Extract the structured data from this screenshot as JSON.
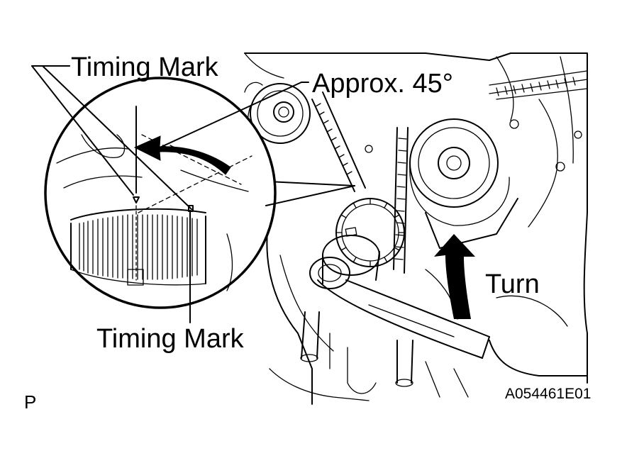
{
  "labels": {
    "timing_mark_top": "Timing Mark",
    "approx_angle": "Approx. 45°",
    "turn": "Turn",
    "timing_mark_bottom": "Timing Mark",
    "page_letter": "P",
    "figure_code": "A054461E01"
  },
  "colors": {
    "ink": "#000000",
    "paper": "#ffffff"
  },
  "icons": [
    "rotation-arrow-icon",
    "turn-arrow-icon"
  ]
}
